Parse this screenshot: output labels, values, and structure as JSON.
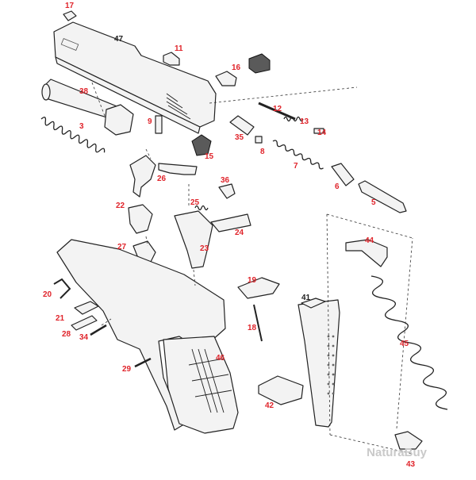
{
  "callouts": [
    {
      "id": "17",
      "color": "#e0242b"
    },
    {
      "id": "47",
      "color": "#222222"
    },
    {
      "id": "11",
      "color": "#e0242b"
    },
    {
      "id": "16",
      "color": "#e0242b"
    },
    {
      "id": "38",
      "color": "#e0242b"
    },
    {
      "id": "9",
      "color": "#e0242b"
    },
    {
      "id": "12",
      "color": "#e0242b"
    },
    {
      "id": "13",
      "color": "#e0242b"
    },
    {
      "id": "14",
      "color": "#e0242b"
    },
    {
      "id": "3",
      "color": "#e0242b"
    },
    {
      "id": "35",
      "color": "#e0242b"
    },
    {
      "id": "8",
      "color": "#e0242b"
    },
    {
      "id": "7",
      "color": "#e0242b"
    },
    {
      "id": "15",
      "color": "#e0242b"
    },
    {
      "id": "26",
      "color": "#e0242b"
    },
    {
      "id": "36",
      "color": "#e0242b"
    },
    {
      "id": "6",
      "color": "#e0242b"
    },
    {
      "id": "22",
      "color": "#e0242b"
    },
    {
      "id": "25",
      "color": "#e0242b"
    },
    {
      "id": "5",
      "color": "#e0242b"
    },
    {
      "id": "24",
      "color": "#e0242b"
    },
    {
      "id": "44",
      "color": "#e0242b"
    },
    {
      "id": "27",
      "color": "#e0242b"
    },
    {
      "id": "23",
      "color": "#e0242b"
    },
    {
      "id": "19",
      "color": "#e0242b"
    },
    {
      "id": "20",
      "color": "#e0242b"
    },
    {
      "id": "41",
      "color": "#222222"
    },
    {
      "id": "21",
      "color": "#e0242b"
    },
    {
      "id": "45",
      "color": "#e0242b"
    },
    {
      "id": "18",
      "color": "#e0242b"
    },
    {
      "id": "28",
      "color": "#e0242b"
    },
    {
      "id": "34",
      "color": "#e0242b"
    },
    {
      "id": "46",
      "color": "#e0242b"
    },
    {
      "id": "29",
      "color": "#e0242b"
    },
    {
      "id": "42",
      "color": "#e0242b"
    },
    {
      "id": "43",
      "color": "#e0242b"
    }
  ],
  "watermark": "NaturaBuy",
  "icons": {
    "watermark": "naturabuy-logo"
  }
}
